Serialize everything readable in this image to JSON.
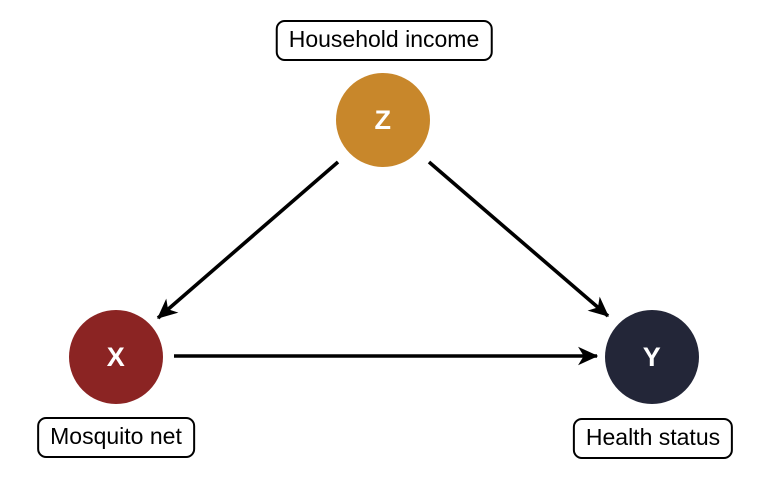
{
  "diagram": {
    "type": "causal-dag",
    "background": "#FFFFFF",
    "arrow_color": "#000000",
    "nodes": {
      "z": {
        "letter": "Z",
        "label": "Household income",
        "color": "#C8872B",
        "text_color": "#FFFFFF",
        "position": "top-center"
      },
      "x": {
        "letter": "X",
        "label": "Mosquito net",
        "color": "#8B2423",
        "text_color": "#FFFFFF",
        "position": "bottom-left"
      },
      "y": {
        "letter": "Y",
        "label": "Health status",
        "color": "#232638",
        "text_color": "#FFFFFF",
        "position": "bottom-right"
      }
    },
    "edges": [
      {
        "from": "Z",
        "to": "X"
      },
      {
        "from": "Z",
        "to": "Y"
      },
      {
        "from": "X",
        "to": "Y"
      }
    ],
    "label_style": {
      "border_color": "#000000",
      "text_color": "#000000",
      "fill": "#FFFFFF"
    }
  }
}
